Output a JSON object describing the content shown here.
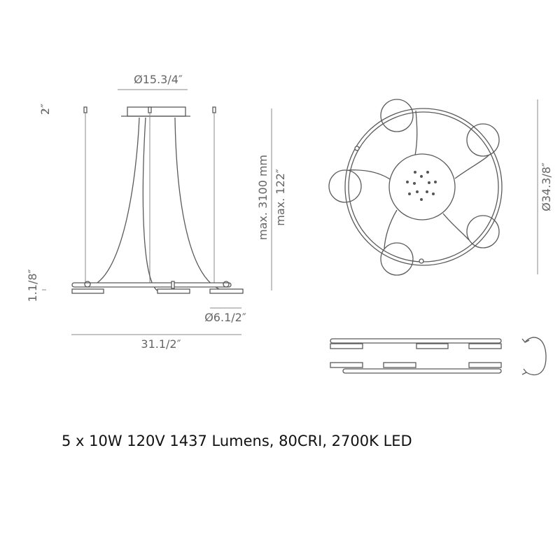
{
  "dimensions": {
    "canopy_diameter": "Ø15.3/4″",
    "canopy_height": "2″",
    "fixture_height": "1.1/8″",
    "max_drop_mm": "max. 3100 mm",
    "max_drop_in": "max. 122″",
    "shade_diameter": "Ø6.1/2″",
    "overall_width": "31.1/2″",
    "ring_diameter": "Ø34.3/8″"
  },
  "specs": "5 x 10W 120V 1437 Lumens, 80CRI, 2700K LED",
  "icons": [
    "rotate-icon"
  ],
  "colors": {
    "line": "#5a5a5a",
    "dimension_text": "#666666",
    "caption": "#111111"
  }
}
